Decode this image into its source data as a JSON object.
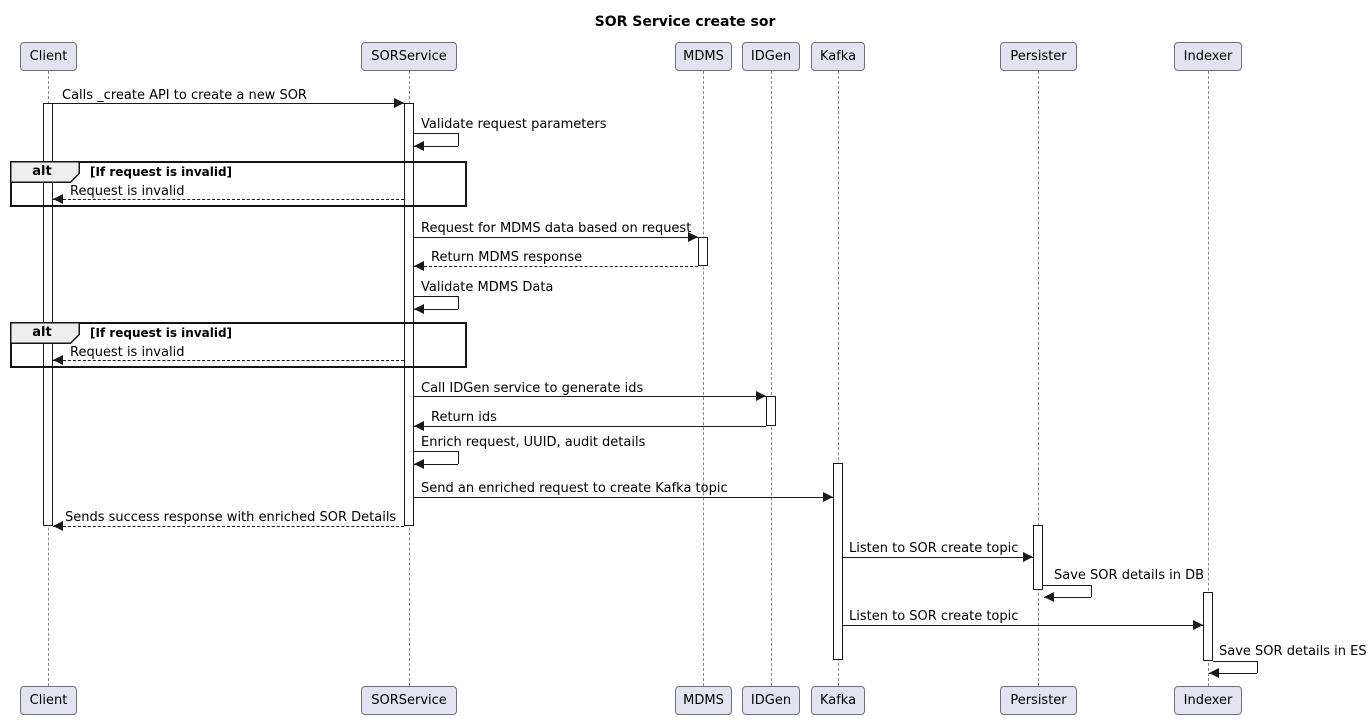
{
  "title": "SOR Service create sor",
  "participants": [
    {
      "name": "Client"
    },
    {
      "name": "SORService"
    },
    {
      "name": "MDMS"
    },
    {
      "name": "IDGen"
    },
    {
      "name": "Kafka"
    },
    {
      "name": "Persister"
    },
    {
      "name": "Indexer"
    }
  ],
  "alt_frames": [
    {
      "operator": "alt",
      "guard": "[If request is invalid]"
    },
    {
      "operator": "alt",
      "guard": "[If request is invalid]"
    }
  ],
  "messages": [
    {
      "text": "Calls _create API to create a new SOR",
      "from": "Client",
      "to": "SORService",
      "style": "solid"
    },
    {
      "text": "Validate request parameters",
      "from": "SORService",
      "to": "SORService",
      "style": "self"
    },
    {
      "text": "Request is invalid",
      "from": "SORService",
      "to": "Client",
      "style": "dashed"
    },
    {
      "text": "Request for MDMS data based on request",
      "from": "SORService",
      "to": "MDMS",
      "style": "solid"
    },
    {
      "text": "Return MDMS response",
      "from": "MDMS",
      "to": "SORService",
      "style": "dashed"
    },
    {
      "text": "Validate MDMS Data",
      "from": "SORService",
      "to": "SORService",
      "style": "self"
    },
    {
      "text": "Request is invalid",
      "from": "SORService",
      "to": "Client",
      "style": "dashed"
    },
    {
      "text": "Call IDGen service to generate ids",
      "from": "SORService",
      "to": "IDGen",
      "style": "solid"
    },
    {
      "text": "Return ids",
      "from": "IDGen",
      "to": "SORService",
      "style": "solid"
    },
    {
      "text": "Enrich request, UUID, audit details",
      "from": "SORService",
      "to": "SORService",
      "style": "self"
    },
    {
      "text": "Send an enriched request to create Kafka topic",
      "from": "SORService",
      "to": "Kafka",
      "style": "solid"
    },
    {
      "text": "Sends success response with enriched SOR Details",
      "from": "SORService",
      "to": "Client",
      "style": "dashed"
    },
    {
      "text": "Listen to SOR create topic",
      "from": "Kafka",
      "to": "Persister",
      "style": "solid"
    },
    {
      "text": "Save SOR details in DB",
      "from": "Persister",
      "to": "Persister",
      "style": "self"
    },
    {
      "text": "Listen to SOR create topic",
      "from": "Kafka",
      "to": "Indexer",
      "style": "solid"
    },
    {
      "text": "Save SOR details in ES",
      "from": "Indexer",
      "to": "Indexer",
      "style": "self"
    }
  ],
  "colors": {
    "background": "#FFFFFF",
    "text": "#000000",
    "participant_fill": "#E2E2F0",
    "participant_border": "#70707E",
    "activation_fill": "#FFFFFF",
    "lifeline": "#8A8A8A",
    "line": "#1A1A1A",
    "frame_border": "#151515",
    "frame_label_fill": "#EEEEEE"
  }
}
